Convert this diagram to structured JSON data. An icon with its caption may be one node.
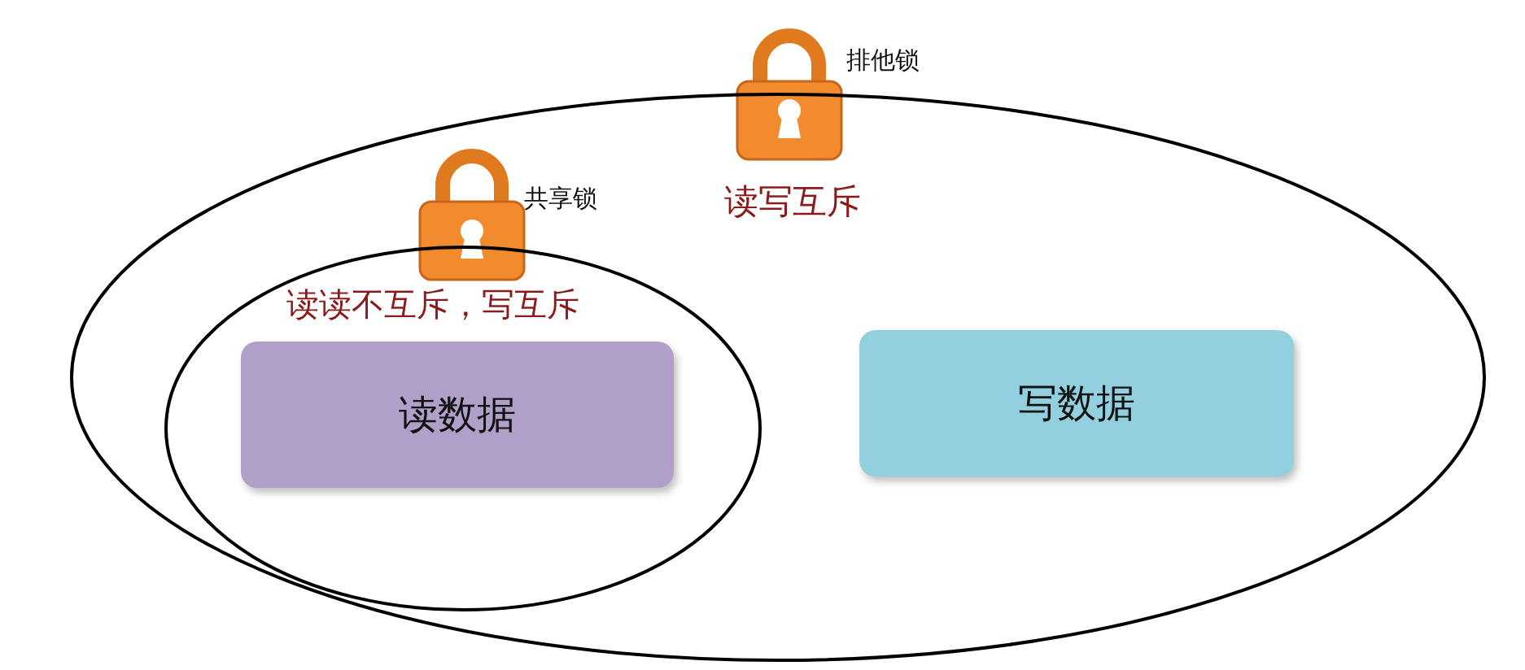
{
  "diagram": {
    "nodes": [
      {
        "text": [
          "排他锁",
          "读写互斥"
        ]
      },
      {
        "text": [
          "共享锁",
          "读读不互斥，写互斥"
        ],
        "in": 0
      },
      {
        "text": [
          "读数据"
        ],
        "in": 1
      },
      {
        "text": [
          "写数据"
        ],
        "in": 0
      }
    ]
  }
}
